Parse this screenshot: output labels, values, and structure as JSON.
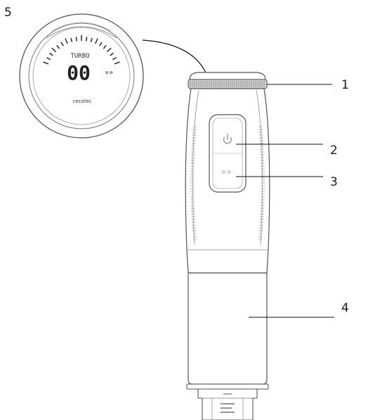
{
  "callouts": {
    "c1": "1",
    "c2": "2",
    "c3": "3",
    "c4": "4",
    "c5": "5"
  },
  "display": {
    "mode": "TURBO",
    "digits": "00",
    "speed_glyph": "»»",
    "brand": "cecotec"
  },
  "colors": {
    "outline": "#555555",
    "leader": "#111111",
    "lcd": "#333333",
    "ring": "#bdbdbd"
  }
}
